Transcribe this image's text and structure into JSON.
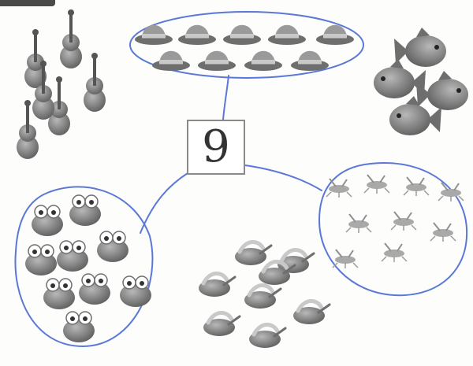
{
  "center_number": "9",
  "groups": [
    {
      "name": "hats",
      "count": 9,
      "circled": true
    },
    {
      "name": "violins",
      "count": 6,
      "circled": false
    },
    {
      "name": "fish",
      "count": 4,
      "circled": false
    },
    {
      "name": "frogs",
      "count": 9,
      "circled": true
    },
    {
      "name": "birds",
      "count": 8,
      "circled": false
    },
    {
      "name": "insects",
      "count": 9,
      "circled": true
    }
  ],
  "colors": {
    "pen_line": "#5a78d6",
    "figure_dark": "#6e6e6e",
    "figure_mid": "#9a9a9a",
    "figure_light": "#c9c9c9",
    "background": "#fdfdfb"
  }
}
